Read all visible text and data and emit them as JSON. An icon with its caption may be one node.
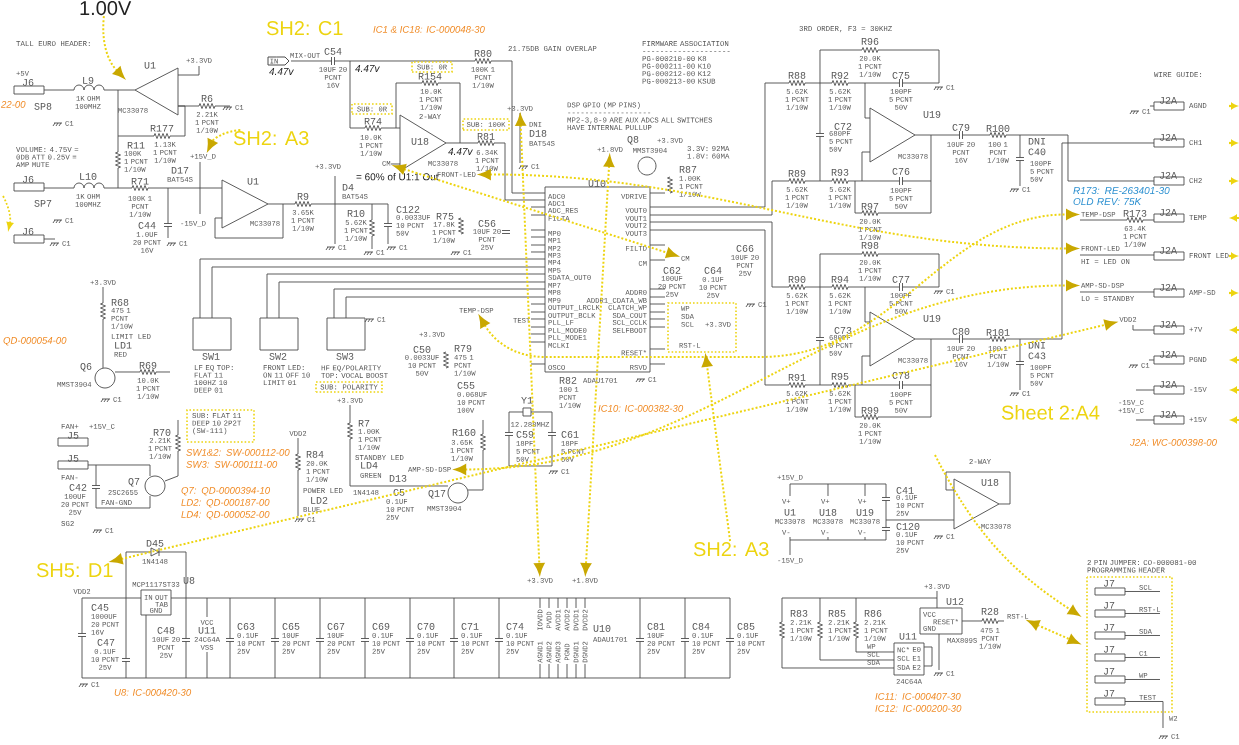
{
  "diagram": {
    "nodes": [
      {
        "text": [
          "1.00V"
        ]
      },
      {
        "text": [
          "SH2: A3"
        ]
      },
      {
        "text": [
          "IN"
        ]
      },
      {
        "text": [
          "SUB: 0R"
        ]
      },
      {
        "text": [
          "SUB: 0R"
        ]
      },
      {
        "text": [
          "SUB: 100K"
        ]
      },
      {
        "text": [
          "CM"
        ]
      },
      {
        "text": [
          "+3.3VD"
        ]
      },
      {
        "text": [
          "+1.8VD"
        ]
      },
      {
        "text": [
          "FRONT-LED"
        ]
      },
      {
        "text": [
          "TEMP-DSP"
        ]
      },
      {
        "text": [
          "CM"
        ]
      },
      {
        "text": [
          "WP",
          "SDA",
          "SCL",
          "+3.3VD",
          "RST-L"
        ]
      },
      {
        "text": [
          "TEMP-DSP"
        ]
      },
      {
        "text": [
          "FRONT-LED",
          "HI = LED ON"
        ]
      },
      {
        "text": [
          "AMP-SD-DSP",
          "LO = STANDBY"
        ]
      },
      {
        "text": [
          "VDD2"
        ]
      },
      {
        "text": [
          "SUB: POLARITY"
        ]
      },
      {
        "text": [
          "SUB: FLAT 11 DEEP 10 2P2T (SW-111)"
        ]
      },
      {
        "text": [
          "AMP-SD-DSP"
        ]
      },
      {
        "text": [
          "SH5: D1"
        ]
      },
      {
        "text": [
          "+3.3VD"
        ]
      },
      {
        "text": [
          "+1.8VD"
        ]
      },
      {
        "text": [
          "SH2: A3"
        ]
      },
      {
        "text": [
          "RST-L"
        ]
      },
      {
        "text": [
          "2 PIN JUMPER: CO-000081-00 PROGRAMMING HEADER",
          "J7",
          "SCL",
          "J7",
          "RST-L",
          "J7",
          "SDA",
          "J7",
          "C1",
          "J7",
          "WP",
          "J7",
          "TEST"
        ]
      },
      {
        "text": [
          "+15V_D"
        ]
      }
    ],
    "edges": [
      {
        "from": 0,
        "to": null,
        "arrow": "to"
      },
      {
        "from": 1,
        "to": 26,
        "arrow": "to"
      },
      {
        "from": 6,
        "to": 11,
        "arrow": "both"
      },
      {
        "from": 7,
        "to": 21,
        "arrow": "both"
      },
      {
        "from": 8,
        "to": 22,
        "arrow": "both"
      },
      {
        "from": 9,
        "to": 14,
        "arrow": "both"
      },
      {
        "from": 10,
        "to": 13,
        "arrow": "both"
      },
      {
        "from": 19,
        "to": 15,
        "arrow": "both"
      },
      {
        "from": 20,
        "to": 16,
        "arrow": "both"
      },
      {
        "from": 23,
        "to": 12,
        "arrow": "to"
      },
      {
        "from": 24,
        "to": 25,
        "arrow": "both"
      },
      {
        "from": null,
        "to": 25,
        "arrow": "to"
      }
    ],
    "labels": [
      "TALL EURO HEADER:",
      "+5V",
      "J6",
      "L9",
      "1K OHM 100MHZ",
      "SP8",
      "C1",
      "U1",
      "+3.3VD",
      "MC33078",
      "R6",
      "2.21K 1 PCNT 1/10W",
      "C1",
      "VOLUME: 4.75V = 0DB ATT 0.25V = AMP MUTE",
      "R177",
      "1.13K 1 PCNT 1/10W",
      "R11",
      "100K 1 PCNT 1/10W",
      "J6",
      "L10",
      "1K OHM 100MHZ",
      "R71",
      "100K 1 PCNT 1/10W",
      "SP7",
      "C1",
      "C44",
      "1.0UF 20 PCNT 16V",
      "D17",
      "BAT54S",
      "-15V_D",
      "J6",
      "C1",
      "C1",
      "U1",
      "MC33078",
      "R9",
      "3.65K 1 PCNT 1/10W",
      "+3.3VD",
      "D4",
      "BAT54S",
      "= 60% of U1:1 Out",
      "R10",
      "5.62K 1 PCNT 1/10W",
      "C122",
      "0.0033UF 10 PCNT 50V",
      "C1",
      "C1",
      "C1",
      "SH2: C1",
      "MIX-OUT",
      "4.47v",
      "C54",
      "10UF 20 PCNT 16V",
      "4.47v",
      "R74",
      "10.0K 1 PCNT 1/10W",
      "IC1 & IC18: IC-000048-30",
      "R80",
      "100K 1 PCNT 1/10W",
      "21.75DB GAIN OVERLAP",
      "R154",
      "10.0K 1 PCNT 1/10W",
      "2-WAY",
      "U18",
      "MC33078",
      "4.47v",
      "R81",
      "6.34K 1 PCNT 1/10W",
      "DNI",
      "D18",
      "BAT54S",
      "C1",
      "FIRMWARE ASSOCIATION -------------------- PG-000210-00 K8 PG-000211-00 K10 PG-000212-00 K12 PG-000213-00 KSUB",
      "DSP GPIO (MP PINS) ------------------- MP2-3,8-9 ARE AUX ADCS ALL SWITCHES HAVE INTERNAL PULLUP",
      "Q8",
      "MMST3904",
      "+3.3VD",
      "3.3V: 92MA 1.8V: 60MA",
      "R87",
      "1.00K 1 PCNT 1/10W",
      "U10",
      "ADC0",
      "ADC1",
      "ADC_RES",
      "FILTA",
      "MP0",
      "MP1",
      "MP2",
      "MP3",
      "MP4",
      "MP5",
      "SDATA_OUT0",
      "MP7",
      "MP8",
      "MP9",
      "OUTPUT_LRCLK",
      "OUTPUT_BCLK",
      "PLL_LF",
      "PLL_MODE0",
      "PLL_MODE1",
      "MCLKI",
      "OSCO",
      "VDRIVE",
      "VOUT0",
      "VOUT1",
      "VOUT2",
      "VOUT3",
      "FILTD",
      "CM",
      "ADDR0",
      "ADDR1_CDATA_WB",
      "CLATCH_WP",
      "SDA_COUT",
      "SCL_CCLK",
      "SELFBOOT",
      "RESET*",
      "RSVD",
      "R75",
      "17.8K 1 PCNT 1/10W",
      "C56",
      "10UF 20 PCNT 25V",
      "C1",
      "TEST",
      "C62",
      "100UF 20 PCNT 25V",
      "C64",
      "0.1UF 10 PCNT 25V",
      "C66",
      "10UF 20 PCNT 25V",
      "C1",
      "3RD ORDER, F3 = 30KHZ",
      "R96",
      "20.0K 1 PCNT 1/10W",
      "C1",
      "R88",
      "5.62K 1 PCNT 1/10W",
      "R92",
      "5.62K 1 PCNT 1/10W",
      "C75",
      "100PF 5 PCNT 50V",
      "C72",
      "680PF 5 PCNT 50V",
      "U19",
      "MC33078",
      "R89",
      "5.62K 1 PCNT 1/10W",
      "R93",
      "5.62K 1 PCNT 1/10W",
      "C76",
      "100PF 5 PCNT 50V",
      "R97",
      "20.0K 1 PCNT 1/10W",
      "C79",
      "10UF 20 PCNT 16V",
      "R100",
      "100 1 PCNT 1/10W",
      "DNI C40",
      "100PF 5 PCNT 50V",
      "C1",
      "WIRE GUIDE:",
      "J2A",
      "J2A",
      "J2A",
      "J2A",
      "J2A",
      "J2A",
      "J2A",
      "J2A",
      "J2A",
      "J2A",
      "AGND",
      "CH1",
      "CH2",
      "TEMP",
      "FRONT LED",
      "AMP-SD",
      "+7V",
      "PGND",
      "-15V",
      "+15V",
      "C1",
      "C1",
      "R173: RE-263401-30 OLD REV: 75K",
      "R173",
      "63.4K 1 PCNT 1/10W",
      "R98",
      "20.0K 1 PCNT 1/10W",
      "R90",
      "5.62K 1 PCNT 1/10W",
      "R94",
      "5.62K 1 PCNT 1/10W",
      "C77",
      "100PF 5 PCNT 50V",
      "C1",
      "C73",
      "680PF 5 PCNT 50V",
      "U19",
      "MC33078",
      "C80",
      "10UF 20 PCNT 16V",
      "R101",
      "100 1 PCNT 1/10W",
      "DNI C43",
      "100PF 5 PCNT 50V",
      "R91",
      "5.62K 1 PCNT 1/10W",
      "R95",
      "5.62K 1 PCNT 1/10W",
      "C78",
      "100PF 5 PCNT 50V",
      "R99",
      "20.0K 1 PCNT 1/10W",
      "C1",
      "Sheet 2:A4",
      "-15V_C",
      "+15V_C",
      "J2A: WC-000398-00",
      "2-WAY",
      "U18",
      "MC33078",
      "C41",
      "0.1UF 10 PCNT 25V",
      "C120",
      "0.1UF 10 PCNT 25V",
      "C1",
      "+15V_D",
      "V+",
      "U1",
      "MC33078",
      "V-",
      "-15V_D",
      "V+",
      "U18",
      "MC33078",
      "V-",
      "V+",
      "U19",
      "MC33078",
      "V-",
      "R83",
      "2.21K 1 PCNT 1/10W",
      "R85",
      "2.21K 1 PCNT 1/10W",
      "R86",
      "2.21K 1 PCNT 1/10W",
      "+3.3VD",
      "U12",
      "VCC",
      "RESET*",
      "GND",
      "MAX809S",
      "R28",
      "475 1 PCNT 1/10W",
      "U11",
      "NC*",
      "SCL",
      "SDA",
      "E0",
      "E1",
      "E2",
      "24C64A",
      "WP",
      "SCL",
      "SDA",
      "C1",
      "IC11: IC-000407-30 IC12: IC-000200-30",
      "W2",
      "C1",
      "SW1",
      "SW2",
      "SW3",
      "C1",
      "LF EQ TOP: FLAT 11 100HZ 10 DEEP 01",
      "FRONT LED: ON 11 OFF 10 LIMIT 01",
      "HF EQ/POLARITY TOP: VOCAL BOOST",
      "+3.3VD",
      "R68",
      "475 1 PCNT 1/10W",
      "LIMIT LED",
      "LD1",
      "RED",
      "Q6",
      "MMST3904",
      "R69",
      "10.0K 1 PCNT 1/10W",
      "C1",
      "QD-000054-00",
      "22-00",
      "FAN+",
      "+15V_C",
      "J5",
      "J5",
      "FAN-",
      "C42",
      "100UF 20 PCNT 25V",
      "Q7",
      "2SC2655",
      "FAN-GND",
      "SG2",
      "C1",
      "R70",
      "2.21K 1 PCNT 1/10W",
      "SW1&2: SW-000112-00 SW3: SW-000111-00",
      "Q7: QD-0000394-10 LD2: QD-000187-00 LD4: QD-000052-00",
      "VDD2",
      "R84",
      "20.0K 1 PCNT 1/10W",
      "POWER LED",
      "LD2",
      "BLUE",
      "C1",
      "+3.3VD",
      "R7",
      "1.00K 1 PCNT 1/10W",
      "STANDBY LED",
      "LD4",
      "GREEN",
      "D13",
      "1N4148",
      "C5",
      "0.1UF 10 PCNT 25V",
      "C50",
      "0.0033UF 10 PCNT 50V",
      "+3.3VD",
      "R79",
      "475 1 PCNT 1/10W",
      "C55",
      "0.068UF 10 PCNT 100V",
      "R82",
      "100 1 PCNT 1/10W",
      "ADAU1701",
      "C1",
      "IC10: IC-000382-30",
      "Y1",
      "12.288MHZ",
      "C59",
      "18PF 5 PCNT 50V",
      "C61",
      "18PF 5 PCNT 50V",
      "C1",
      "R160",
      "3.65K 1 PCNT 1/10W",
      "Q17",
      "MMST3904",
      "D45",
      "1N4148",
      "U8",
      "MCP1117ST33",
      "IN",
      "OUT",
      "TAB",
      "GND",
      "VDD2",
      "C45",
      "1000UF 20 PCNT 16V",
      "C47",
      "0.1UF 10 PCNT 25V",
      "C48",
      "10UF 20 PCNT 25V",
      "VCC",
      "U11",
      "24C64A",
      "VSS",
      "C1",
      "U8: IC-000420-30",
      "C63",
      "0.1UF 10 PCNT 25V",
      "C65",
      "10UF 20 PCNT 25V",
      "C67",
      "10UF 20 PCNT 25V",
      "C69",
      "0.1UF 10 PCNT 25V",
      "C70",
      "0.1UF 10 PCNT 25V",
      "C71",
      "0.1UF 10 PCNT 25V",
      "C74",
      "0.1UF 10 PCNT 25V",
      "C81",
      "10UF 20 PCNT 25V",
      "C84",
      "0.1UF 10 PCNT 25V",
      "C85",
      "0.1UF 10 PCNT 25V",
      "U10",
      "ADAU1701",
      "IOVDD",
      "PVDD",
      "AVDD1",
      "AVDD2",
      "DVDD1",
      "DVDD2",
      "AGND1",
      "AGND2",
      "AGND3",
      "PGND",
      "DGND1",
      "DGND2"
    ]
  }
}
